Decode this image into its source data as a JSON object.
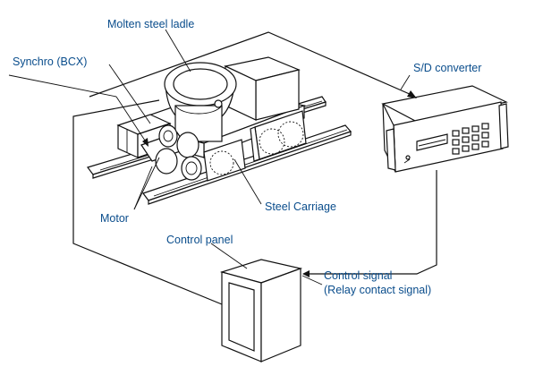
{
  "labels": {
    "molten_steel_ladle": "Molten steel ladle",
    "synchro": "Synchro (BCX)",
    "sd_converter": "S/D converter",
    "motor": "Motor",
    "steel_carriage": "Steel Carriage",
    "control_panel": "Control panel",
    "control_signal_line1": "Control signal",
    "control_signal_line2": "(Relay contact signal)"
  },
  "colors": {
    "label_text": "#0a4d8c",
    "line": "#111111",
    "background": "#ffffff"
  }
}
